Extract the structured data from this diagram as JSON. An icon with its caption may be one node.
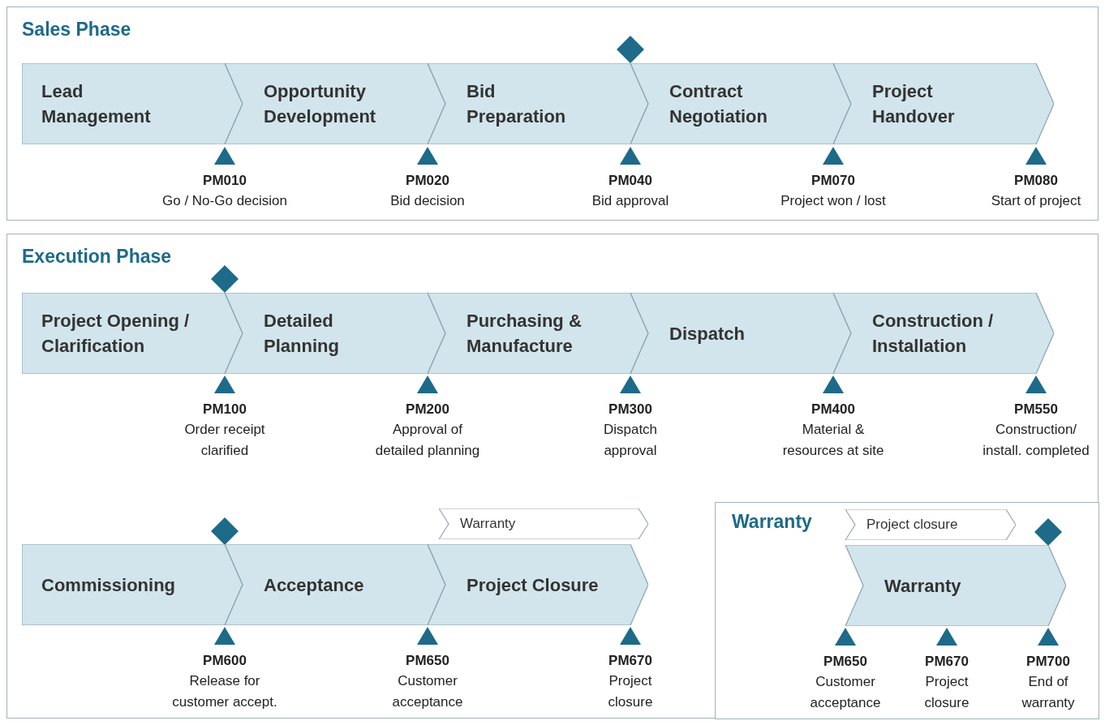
{
  "diagram": {
    "nodes": [
      {
        "text": [
          "Sales Phase"
        ]
      },
      {
        "text": [],
        "shape": "diamond",
        "in": 0
      },
      {
        "text": [
          "Lead Management"
        ],
        "in": 0
      },
      {
        "text": [
          "Opportunity Development"
        ],
        "in": 0
      },
      {
        "text": [
          "Bid Preparation"
        ],
        "in": 0
      },
      {
        "text": [
          "Contract Negotiation"
        ],
        "in": 0
      },
      {
        "text": [
          "Project Handover"
        ],
        "in": 0
      },
      {
        "text": [
          "PM010",
          "Go / No-Go decision"
        ],
        "in": 0
      },
      {
        "text": [
          "PM020",
          "Bid decision"
        ],
        "in": 0
      },
      {
        "text": [
          "PM040",
          "Bid approval"
        ],
        "in": 0
      },
      {
        "text": [
          "PM070",
          "Project won / lost"
        ],
        "in": 0
      },
      {
        "text": [
          "PM080",
          "Start of project"
        ],
        "in": 0
      },
      {
        "text": [
          "Execution Phase"
        ]
      },
      {
        "text": [],
        "shape": "diamond",
        "in": 12
      },
      {
        "text": [
          "Project Opening / Clarification"
        ],
        "in": 12
      },
      {
        "text": [
          "Detailed Planning"
        ],
        "in": 12
      },
      {
        "text": [
          "Purchasing & Manufacture"
        ],
        "in": 12
      },
      {
        "text": [
          "Dispatch"
        ],
        "in": 12
      },
      {
        "text": [
          "Construction / Installation"
        ],
        "in": 12
      },
      {
        "text": [
          "PM100",
          "Order receipt clarified"
        ],
        "in": 12
      },
      {
        "text": [
          "PM200",
          "Approval of detailed planning"
        ],
        "in": 12
      },
      {
        "text": [
          "PM300",
          "Dispatch approval"
        ],
        "in": 12
      },
      {
        "text": [
          "PM400",
          "Material & resources at site"
        ],
        "in": 12
      },
      {
        "text": [
          "PM550",
          "Construction/ install. completed"
        ],
        "in": 12
      },
      {
        "text": [
          "Warranty"
        ],
        "in": 12
      },
      {
        "text": [],
        "shape": "diamond",
        "in": 12
      },
      {
        "text": [
          "Commissioning"
        ],
        "in": 12
      },
      {
        "text": [
          "Acceptance"
        ],
        "in": 12
      },
      {
        "text": [
          "Project Closure"
        ],
        "in": 12
      },
      {
        "text": [
          "PM600",
          "Release for customer accept."
        ],
        "in": 12
      },
      {
        "text": [
          "PM650",
          "Customer acceptance"
        ],
        "in": 12
      },
      {
        "text": [
          "PM670",
          "Project closure"
        ],
        "in": 12
      },
      {
        "text": [
          "Warranty"
        ],
        "in": 12
      },
      {
        "text": [
          "Project closure"
        ],
        "in": 32
      },
      {
        "text": [],
        "shape": "diamond",
        "in": 32
      },
      {
        "text": [
          "Warranty"
        ],
        "in": 32
      },
      {
        "text": [
          "PM650",
          "Customer acceptance"
        ],
        "in": 32
      },
      {
        "text": [
          "PM670",
          "Project closure"
        ],
        "in": 32
      },
      {
        "text": [
          "PM700",
          "End of warranty"
        ],
        "in": 32
      }
    ]
  }
}
